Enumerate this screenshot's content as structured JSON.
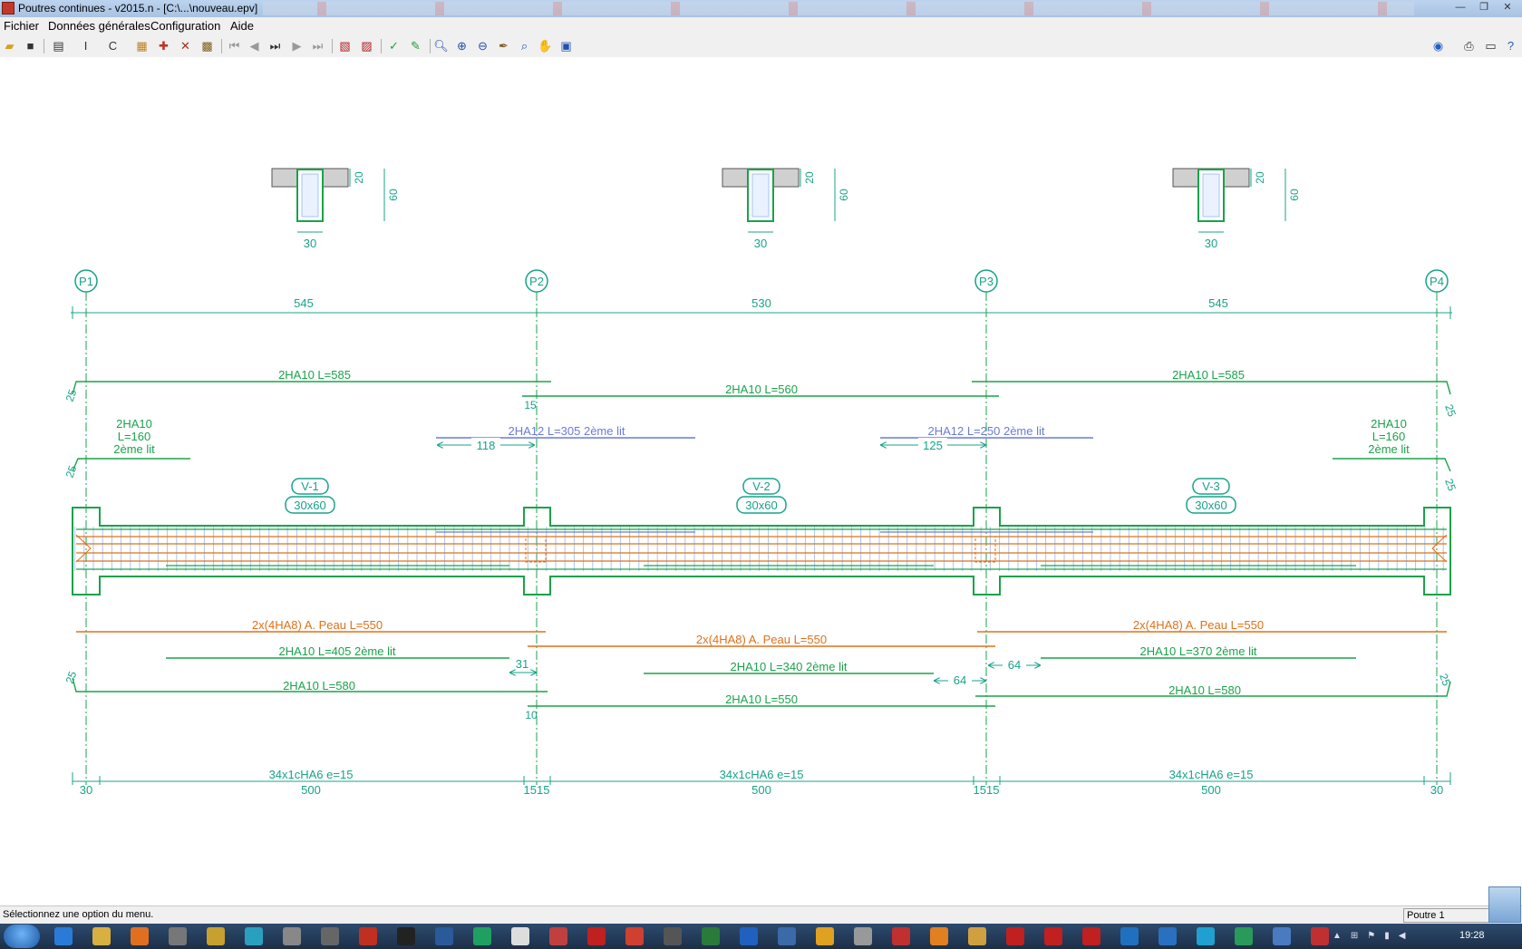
{
  "window": {
    "title": "Poutres continues - v2015.n - [C:\\...\\nouveau.epv]",
    "controls": [
      "—",
      "❐",
      "✕"
    ]
  },
  "menu": [
    {
      "label": "Fichier"
    },
    {
      "label": "Données générales"
    },
    {
      "label": "Configuration"
    },
    {
      "label": "Aide"
    }
  ],
  "toolbar": {
    "icons": [
      "open-icon",
      "save-icon",
      "section-icon",
      "beam-i-icon",
      "beam-c-icon",
      "data-icon",
      "calc-icon",
      "reinforce-icon",
      "steel-icon",
      "first-icon",
      "prev-icon",
      "goto-icon",
      "next-icon",
      "last-icon",
      "draw-icon",
      "erase-icon",
      "check-icon",
      "edit-icon",
      "zoom-fit-icon",
      "zoom-in-icon",
      "zoom-out-icon",
      "pen-icon",
      "zoom-window-icon",
      "pan-icon",
      "export-icon",
      "globe-icon",
      "print-icon",
      "print-preview-icon",
      "help-icon"
    ]
  },
  "drawing": {
    "colors": {
      "green": "#1aa34a",
      "teal": "#18a38a",
      "orange": "#e0701a",
      "blue": "#6a7ad8",
      "lightblue": "#a8c4f0",
      "grey": "#d0d0d0"
    },
    "supports": [
      {
        "label": "P1"
      },
      {
        "label": "P2"
      },
      {
        "label": "P3"
      },
      {
        "label": "P4"
      }
    ],
    "span_dims": [
      "545",
      "530",
      "545"
    ],
    "sections": [
      {
        "width": "30",
        "flange": "20",
        "height": "60"
      },
      {
        "width": "30",
        "flange": "20",
        "height": "60"
      },
      {
        "width": "30",
        "flange": "20",
        "height": "60"
      }
    ],
    "beams": [
      {
        "name": "V-1",
        "size": "30x60"
      },
      {
        "name": "V-2",
        "size": "30x60"
      },
      {
        "name": "V-3",
        "size": "30x60"
      }
    ],
    "top_bars": [
      {
        "label": "2HA10  L=585"
      },
      {
        "label": "2HA10  L=560"
      },
      {
        "label": "2HA10  L=585"
      }
    ],
    "second_layer_top": [
      {
        "label": "2HA12  L=305 2ème lit",
        "anchor": "118"
      },
      {
        "label": "2HA12  L=250 2ème lit",
        "anchor": "125"
      }
    ],
    "end_bars": [
      {
        "line1": "2HA10",
        "line2": "L=160",
        "line3": "2ème lit"
      },
      {
        "line1": "2HA10",
        "line2": "L=160",
        "line3": "2ème lit"
      }
    ],
    "skin_bars": [
      {
        "label": "2x(4HA8)  A. Peau  L=550"
      },
      {
        "label": "2x(4HA8)  A. Peau  L=550"
      },
      {
        "label": "2x(4HA8)  A. Peau  L=550"
      }
    ],
    "second_layer_bottom": [
      {
        "label": "2HA10  L=405 2ème lit"
      },
      {
        "label": "2HA10  L=340 2ème lit"
      },
      {
        "label": "2HA10  L=370 2ème lit"
      }
    ],
    "bottom_bars": [
      {
        "label": "2HA10  L=580"
      },
      {
        "label": "2HA10  L=550"
      },
      {
        "label": "2HA10  L=580"
      }
    ],
    "small_dims": {
      "d15": "15",
      "d31": "31",
      "d10": "10",
      "d64a": "64",
      "d64b": "64",
      "hook": "25"
    },
    "stirrups": [
      {
        "label": "34x1cHA6  e=15"
      },
      {
        "label": "34x1cHA6  e=15"
      },
      {
        "label": "34x1cHA6  e=15"
      }
    ],
    "bottom_dims": [
      "30",
      "500",
      "1515",
      "500",
      "1515",
      "500",
      "30"
    ]
  },
  "status": {
    "message": "Sélectionnez une option du menu.",
    "panel": "Poutre 1"
  },
  "taskbar": {
    "time": "19:28"
  }
}
